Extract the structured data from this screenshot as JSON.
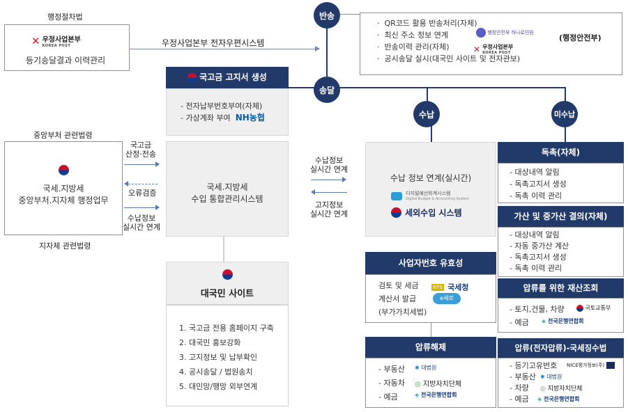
{
  "top_left": {
    "law_label": "행정절차법",
    "korea_post_logo": "우정사업본부",
    "korea_post_en": "KOREA POST",
    "registry_text": "등기송달결과 이력관리",
    "epost_system": "우정사업본부 전자우편시스템"
  },
  "return": {
    "circle": "반송",
    "items": [
      "QR코드 활용 반송처리(자체)",
      "최신 주소 정보 연계",
      "반송이력 관리(자체)",
      "공시송달 실시(대국민 사이트 및 전자관보)"
    ],
    "hana_logo": "행정안전부 하나로민원",
    "mois_label": "(행정안전부)",
    "korea_post_logo": "우정사업본부",
    "korea_post_en": "KOREA POST"
  },
  "notice": {
    "header": "국고금 고지서 생성",
    "items": [
      "- 전자납부번호부여(자체)",
      "- 가상계좌 부여"
    ],
    "nh_logo": "NH농협",
    "send_circle": "송달"
  },
  "central": {
    "top_law": "중앙부처 관련법령",
    "bottom_law": "지자체 관련법령",
    "text1": "국세.지방세",
    "text2": "중앙부처.지자체 행정업무",
    "arrow1": "국고금\n산정·전송",
    "arrow2": "오류검증",
    "arrow3": "수납정보\n실시간 연계"
  },
  "integrated": {
    "text1": "국세.지방세",
    "text2": "수입 통합관리시스템",
    "arrow_right": "수납정보\n실시간 연계",
    "arrow_left": "고지정보\n실시간 연계"
  },
  "payment": {
    "circle": "수납",
    "title": "수납 정보 연계(실시간)",
    "dbrain": "디지털예산회계시스템",
    "dbrain_en": "Digital Budget & Accounting System",
    "sewoe": "세외수입 시스템"
  },
  "portal": {
    "name": "대국민 사이트",
    "items": [
      "1. 국고금 전용 홈페이지 구축",
      "2. 대국민 홍보강화",
      "3. 고지정보 및 납부확인",
      "4. 공시송달 / 법원송치",
      "5. 대민망/행망 외부연계"
    ]
  },
  "bizno": {
    "header": "사업자번호 유효성",
    "items": [
      "검토 및 세금",
      "계산서 발급",
      "(부가가치세법)"
    ],
    "nts": "국세청",
    "nts_mark": "NTS",
    "estat": "e세로"
  },
  "seizure_cancel": {
    "header": "압류해제",
    "items": [
      "- 부동산",
      "- 자동차",
      "- 예금"
    ],
    "court": "대법원",
    "local": "지방자치단체",
    "bank": "전국은행연합회"
  },
  "unpaid": {
    "circle": "미수납",
    "demand": {
      "header": "독촉(자체)",
      "items": [
        "- 대상내역 알림",
        "- 독촉고지서 생성",
        "- 독촉 이력 관리"
      ]
    },
    "surcharge": {
      "header": "가산 및 중가산 결의(자체)",
      "items": [
        "- 대상내역 알림",
        "- 자동 중가산 계산",
        "- 독촉고지서 생성",
        "- 독촉 이력 관리"
      ]
    },
    "property": {
      "header": "압류를 위한 재산조회",
      "items": [
        "- 토지,건물, 차량",
        "- 예금"
      ],
      "molit": "국토교통부",
      "bank": "전국은행연합회"
    },
    "eseizure": {
      "header": "압류(전자압류)-국세징수법",
      "items": [
        "- 등기고유번호",
        "- 부동산",
        "- 차량",
        "- 예금"
      ],
      "nice": "NICE평가정보(주)",
      "court": "대법원",
      "local": "지방자치단체",
      "bank": "전국은행연합회"
    }
  }
}
